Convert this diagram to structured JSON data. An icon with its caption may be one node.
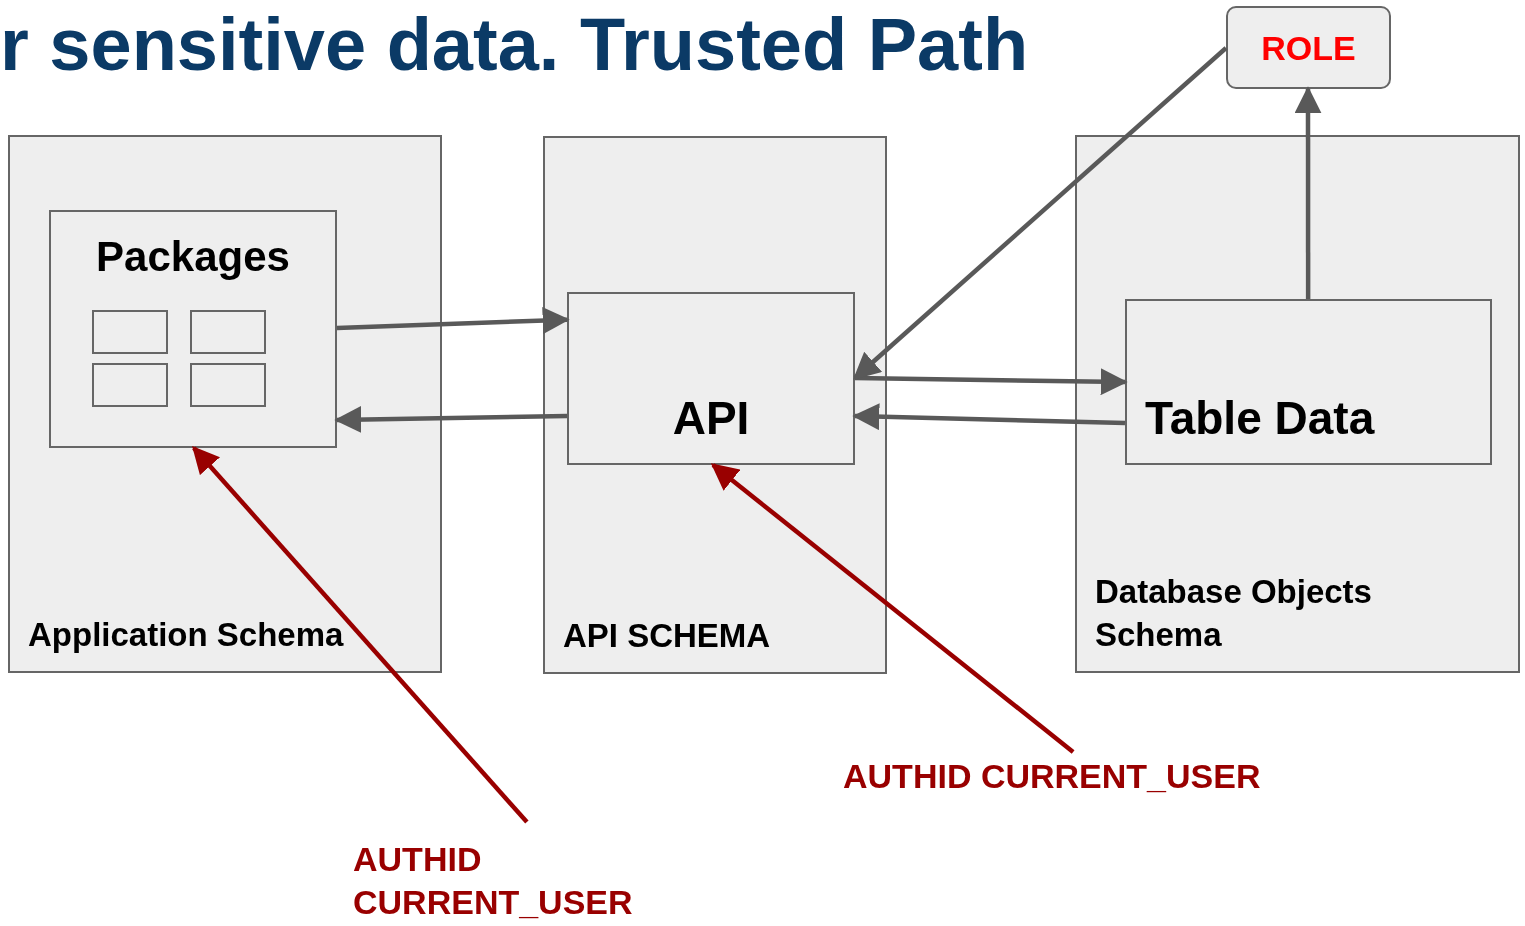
{
  "diagram": {
    "title": "r sensitive data. Trusted Path",
    "nodes": [
      {
        "text": [
          "Application Schema"
        ]
      },
      {
        "text": [
          "Packages"
        ],
        "in": 0
      },
      {
        "text": [],
        "shape": "box",
        "in": 1
      },
      {
        "text": [],
        "shape": "box",
        "in": 1
      },
      {
        "text": [],
        "shape": "box",
        "in": 1
      },
      {
        "text": [],
        "shape": "box",
        "in": 1
      },
      {
        "text": [
          "API SCHEMA"
        ]
      },
      {
        "text": [
          "API"
        ],
        "in": 6
      },
      {
        "text": [
          "Database Objects Schema"
        ]
      },
      {
        "text": [
          "Table Data"
        ],
        "in": 8
      },
      {
        "text": [
          "ROLE"
        ]
      },
      {
        "text": [
          "AUTHID CURRENT_USER"
        ]
      },
      {
        "text": [
          "AUTHID CURRENT_USER"
        ]
      }
    ],
    "edges": [
      {
        "from": 1,
        "to": 7,
        "arrow": "to"
      },
      {
        "from": 7,
        "to": 1,
        "arrow": "to"
      },
      {
        "from": 7,
        "to": 9,
        "arrow": "to"
      },
      {
        "from": 9,
        "to": 7,
        "arrow": "to"
      },
      {
        "from": 9,
        "to": 10,
        "arrow": "to"
      },
      {
        "from": 10,
        "to": 7,
        "arrow": "to"
      },
      {
        "from": 11,
        "to": 1,
        "arrow": "to",
        "color": "#990000"
      },
      {
        "from": 12,
        "to": 7,
        "arrow": "to",
        "color": "#990000"
      }
    ]
  }
}
